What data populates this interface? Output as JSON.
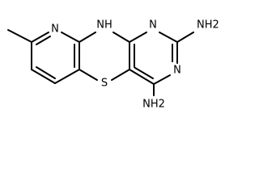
{
  "colors": {
    "background": "#ffffff",
    "bond": "#000000",
    "label": "#000000"
  },
  "atoms": {
    "pyridine_n": "N",
    "bridge_nh": "NH",
    "pyrimidine_n_upper": "N",
    "pyrimidine_n_lower": "N",
    "amine_upper": "NH2",
    "amine_lower": "NH2",
    "sulfur": "S"
  }
}
